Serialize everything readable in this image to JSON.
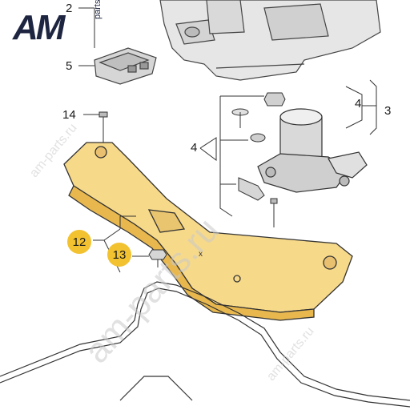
{
  "logo": {
    "main": "AM",
    "sub": "parts"
  },
  "watermarks": {
    "large": "am-parts.ru",
    "small": "am-parts.ru"
  },
  "callouts": {
    "c2": "2",
    "c5": "5",
    "c14": "14",
    "c4_top": "4",
    "c3": "3",
    "c4_mid": "4",
    "c12": "12",
    "c13": "13"
  },
  "colors": {
    "highlight": "#f2c230",
    "part_fill": "#f7d98a",
    "line": "#333333",
    "housing": "#c8c8c8"
  }
}
